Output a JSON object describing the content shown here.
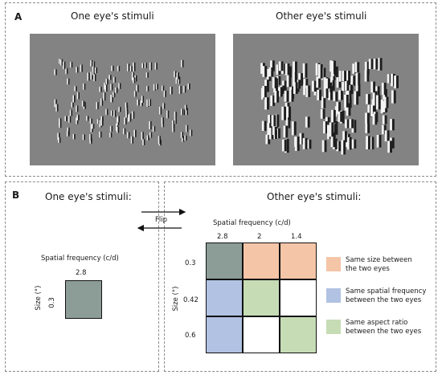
{
  "panelA": {
    "letter": "A",
    "left_title": "One eye's stimuli",
    "right_title": "Other eye's stimuli"
  },
  "panelB": {
    "letter": "B",
    "left_title": "One eye's stimuli:",
    "right_title": "Other eye's stimuli:",
    "flip_label": "Flip",
    "left_grid": {
      "sf_title": "Spatial frequency (c/d)",
      "sf_value": "2.8",
      "size_title": "Size (°)",
      "size_value": "0.3",
      "cell_color": "#8c9c96"
    },
    "right_grid": {
      "sf_title": "Spatial frequency (c/d)",
      "sf_values": [
        "2.8",
        "2",
        "1.4"
      ],
      "size_title": "Size (°)",
      "size_values": [
        "0.3",
        "0.42",
        "0.6"
      ],
      "cells": [
        [
          "#8c9c96",
          "#f5c5a7",
          "#f5c5a7"
        ],
        [
          "#b1c2e3",
          "#c6dcb5",
          "#ffffff"
        ],
        [
          "#b1c2e3",
          "#ffffff",
          "#c6dcb5"
        ]
      ]
    },
    "legend": [
      {
        "color": "#f5c5a7",
        "line1": "Same size between",
        "line2": "the two eyes"
      },
      {
        "color": "#b1c2e3",
        "line1": "Same spatial frequency",
        "line2": "between the two eyes"
      },
      {
        "color": "#c6dcb5",
        "line1": "Same aspect ratio",
        "line2": "between the two eyes"
      }
    ]
  }
}
